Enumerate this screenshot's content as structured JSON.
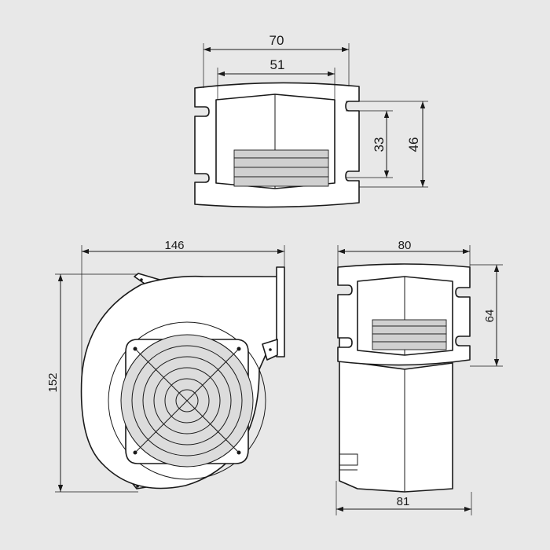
{
  "dimensions": {
    "top_outer_width": "70",
    "top_inner_width": "51",
    "top_inner_height": "33",
    "top_outer_height": "46",
    "front_width": "146",
    "front_height": "152",
    "side_width_top": "80",
    "side_height": "64",
    "side_width_bottom": "81"
  },
  "colors": {
    "background": "#e8e8e8",
    "line": "#1a1a1a",
    "body_fill": "#ffffff",
    "grille_fill": "#dcdcdc"
  }
}
